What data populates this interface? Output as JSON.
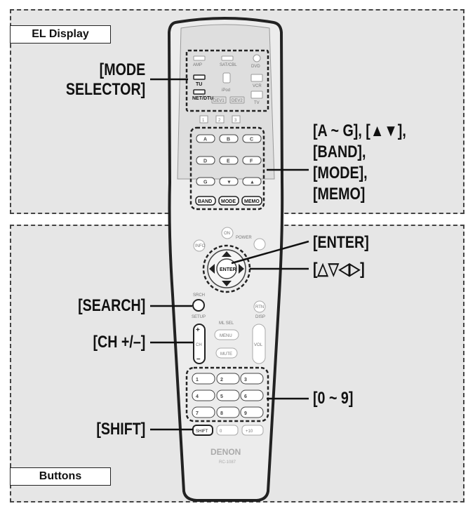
{
  "tags": {
    "el_display": "EL Display",
    "buttons": "Buttons"
  },
  "callouts": {
    "mode_selector_line1": "[MODE",
    "mode_selector_line2": "SELECTOR]",
    "ag_line1": "[A ~ G], [▲▼],",
    "ag_line2": "[BAND],",
    "ag_line3": "[MODE],",
    "ag_line4": "[MEMO]",
    "enter": "[ENTER]",
    "cursor": "[△▽◁▷]",
    "search": "[SEARCH]",
    "ch": "[CH +/–]",
    "numbers": "[0 ~ 9]",
    "shift": "[SHIFT]"
  },
  "remote": {
    "source_buttons": [
      "AMP",
      "SAT/CBL",
      "DVD",
      "TU",
      "iPod",
      "VCR",
      "NET/DTU",
      "DEV1",
      "DEV2",
      "TV"
    ],
    "page_numbers": [
      "1",
      "2",
      "3"
    ],
    "letter_keys": [
      "A",
      "B",
      "C",
      "D",
      "E",
      "F",
      "G",
      "▼",
      "▲"
    ],
    "mode_keys": [
      "BAND",
      "MODE",
      "MEMO"
    ],
    "power_label": "POWER",
    "on_label": "ON",
    "info_label": "INFO",
    "enter_label": "ENTER",
    "search_label": "SRCH",
    "setup_label": "SETUP",
    "rtn_label": "RTN",
    "disp_label": "DISP",
    "ch_label": "CH",
    "vol_label": "VOL",
    "mute_label": "MUTE",
    "menu_label": "MENU",
    "mlsel_label": "ML SEL",
    "number_keys": [
      "1",
      "2",
      "3",
      "4",
      "5",
      "6",
      "7",
      "8",
      "9",
      "SHIFT",
      "0",
      "+10"
    ],
    "brand": "DENON",
    "model": "RC-1087"
  }
}
